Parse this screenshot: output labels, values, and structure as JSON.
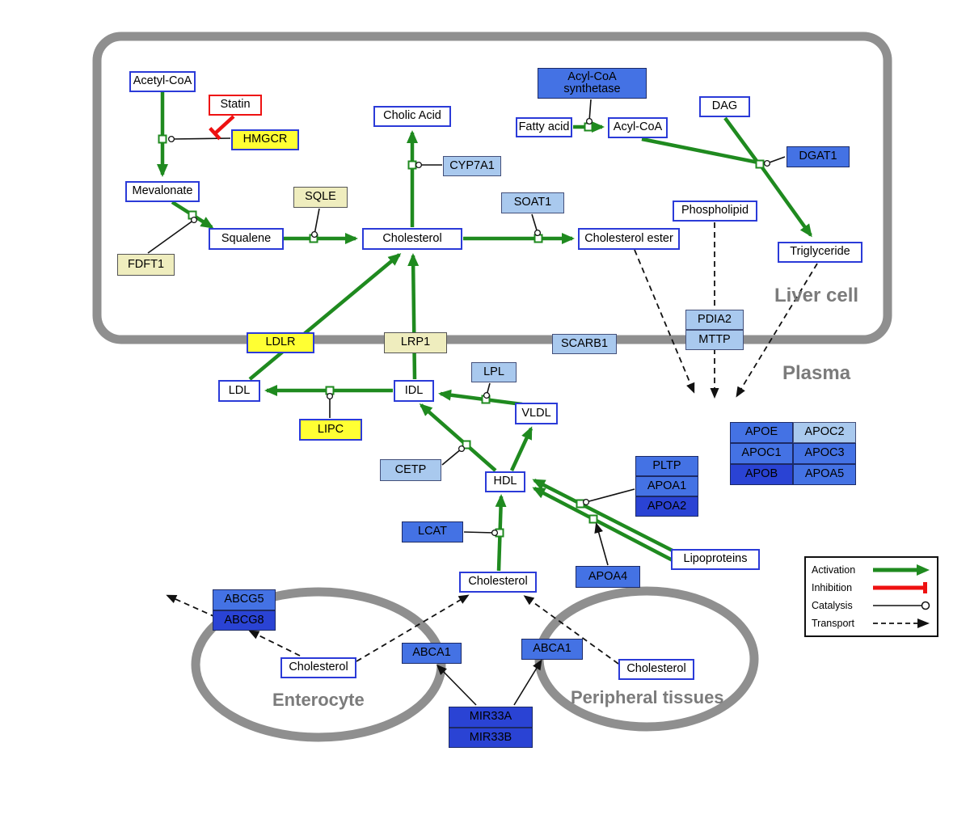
{
  "compartments": {
    "liver": "Liver cell",
    "plasma": "Plasma",
    "enterocyte": "Enterocyte",
    "peripheral": "Peripheral tissues"
  },
  "nodes": {
    "acetyl_coa": "Acetyl-CoA",
    "statin": "Statin",
    "hmgcr": "HMGCR",
    "mevalonate": "Mevalonate",
    "fdft1": "FDFT1",
    "squalene": "Squalene",
    "sqle": "SQLE",
    "cholesterol_liver": "Cholesterol",
    "cholic_acid": "Cholic Acid",
    "cyp7a1": "CYP7A1",
    "soat1": "SOAT1",
    "cholesterol_ester": "Cholesterol ester",
    "acyl_coa_synthetase": "Acyl-CoA synthetase",
    "fatty_acid": "Fatty acid",
    "acyl_coa": "Acyl-CoA",
    "dag": "DAG",
    "dgat1": "DGAT1",
    "phospholipid": "Phospholipid",
    "triglyceride": "Triglyceride",
    "ldlr": "LDLR",
    "lrp1": "LRP1",
    "scarb1": "SCARB1",
    "pdia2": "PDIA2",
    "mttp": "MTTP",
    "ldl": "LDL",
    "idl": "IDL",
    "lpl": "LPL",
    "vldl": "VLDL",
    "lipc": "LIPC",
    "cetp": "CETP",
    "hdl": "HDL",
    "lcat": "LCAT",
    "pltp": "PLTP",
    "apoa1": "APOA1",
    "apoa2": "APOA2",
    "apoa4": "APOA4",
    "lipoproteins": "Lipoproteins",
    "apoe": "APOE",
    "apoc2": "APOC2",
    "apoc1": "APOC1",
    "apoc3": "APOC3",
    "apob": "APOB",
    "apoa5": "APOA5",
    "cholesterol_plasma": "Cholesterol",
    "abcg5": "ABCG5",
    "abcg8": "ABCG8",
    "cholesterol_enterocyte": "Cholesterol",
    "abca1_enterocyte": "ABCA1",
    "abca1_peripheral": "ABCA1",
    "cholesterol_peripheral": "Cholesterol",
    "mir33a": "MIR33A",
    "mir33b": "MIR33B"
  },
  "legend": {
    "activation": "Activation",
    "inhibition": "Inhibition",
    "catalysis": "Catalysis",
    "transport": "Transport"
  },
  "colors": {
    "activation_green": "#1f8a1f",
    "inhibition_red": "#ee1111",
    "metabolite_border_blue": "#2b3bd8",
    "gene_yellow": "#ffff33",
    "gene_pale_yellow": "#efedbe",
    "gene_light_blue": "#a9c9ee",
    "gene_blue": "#4472e4",
    "gene_dark_blue": "#2a43d4",
    "membrane_gray": "#8f8f8f"
  }
}
